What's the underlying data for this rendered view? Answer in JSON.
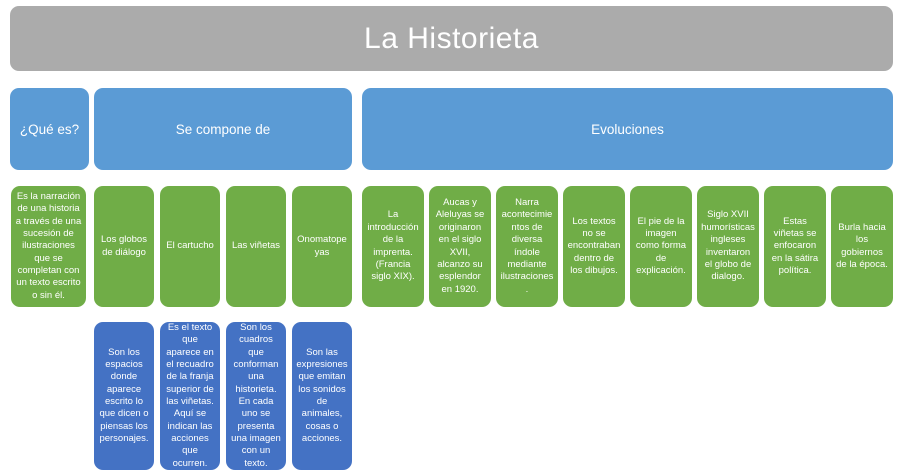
{
  "title": "La Historieta",
  "colors": {
    "banner_gray": "#ababab",
    "header_blue": "#5b9bd5",
    "node_green": "#70ad47",
    "detail_blue": "#4472c4",
    "text": "#ffffff"
  },
  "what_is": {
    "header": "¿Qué es?",
    "definition": "Es la narración de una historia a través de una sucesión de ilustraciones que se completan con un texto escrito o sin él."
  },
  "components": {
    "header": "Se compone de",
    "items": [
      {
        "name": "Los globos de diálogo",
        "description": "Son los espacios donde aparece escrito lo que dicen o piensas los personajes."
      },
      {
        "name": "El cartucho",
        "description": "Es el texto que aparece en el recuadro de la franja superior de las viñetas. Aquí se indican las acciones que ocurren."
      },
      {
        "name": "Las viñetas",
        "description": "Son los cuadros que conforman una historieta. En cada uno se presenta una imagen con un texto."
      },
      {
        "name": "Onomatopeyas",
        "description": "Son las expresiones que emitan los sonidos de animales, cosas o acciones."
      }
    ]
  },
  "evolutions": {
    "header": "Evoluciones",
    "items": [
      "La introducción de la imprenta. (Francia siglo XIX).",
      "Aucas y Aleluyas se originaron en el siglo XVII, alcanzo su esplendor en 1920.",
      "Narra acontecimientos de diversa índole mediante ilustraciones.",
      "Los textos no se encontraban dentro de los dibujos.",
      "El pie de la imagen como forma de explicación.",
      "Siglo XVII humorísticas ingleses inventaron el globo de dialogo.",
      "Estas viñetas se enfocaron en la sátira política.",
      "Burla hacia los gobiernos de la época."
    ]
  }
}
